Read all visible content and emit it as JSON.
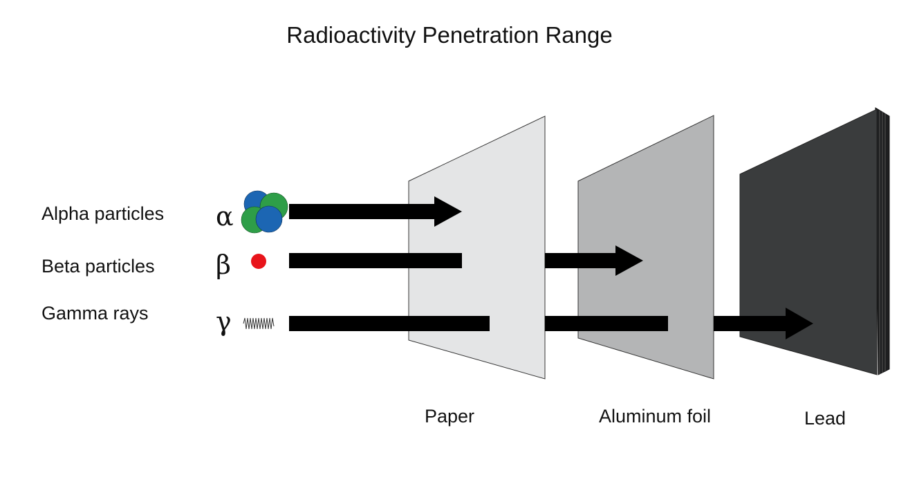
{
  "title": "Radioactivity Penetration Range",
  "radiation": [
    {
      "label": "Alpha particles",
      "symbol": "α"
    },
    {
      "label": "Beta particles",
      "symbol": "β"
    },
    {
      "label": "Gamma rays",
      "symbol": "γ"
    }
  ],
  "barriers": [
    {
      "label": "Paper",
      "color": "#e4e5e6"
    },
    {
      "label": "Aluminum foil",
      "color": "#b4b5b6"
    },
    {
      "label": "Lead",
      "color": "#3a3c3d"
    }
  ],
  "colors": {
    "arrow": "#000000",
    "alpha_proton": "#1c66b3",
    "alpha_neutron": "#2e9e48",
    "beta_particle": "#e8141b"
  }
}
